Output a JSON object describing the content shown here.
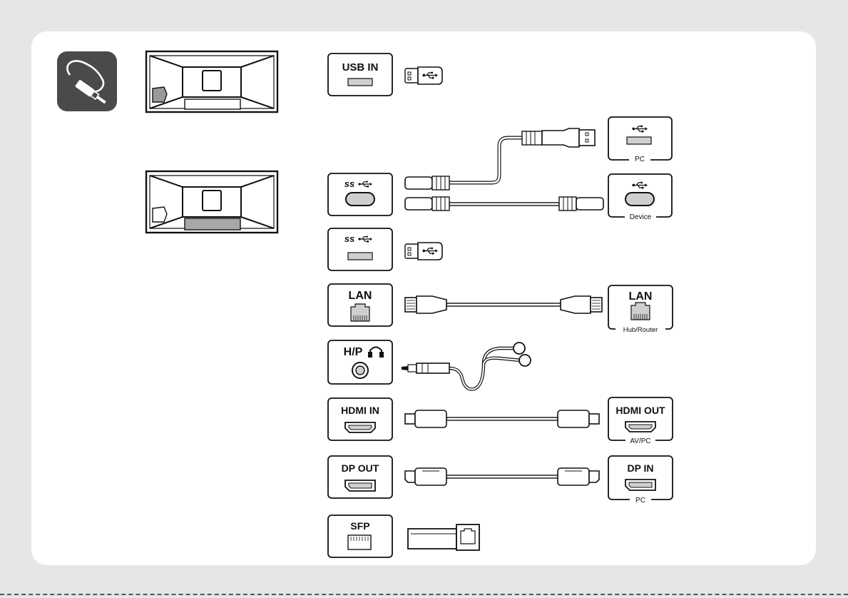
{
  "ports": {
    "usb_in": "USB IN",
    "lan": "LAN",
    "hp": "H/P",
    "hdmi_in": "HDMI IN",
    "dp_out": "DP OUT",
    "sfp": "SFP",
    "ss": "ss"
  },
  "devices": {
    "pc_usb_sub": "PC",
    "device_sub": "Device",
    "lan": "LAN",
    "lan_sub": "Hub/Router",
    "hdmi_out": "HDMI OUT",
    "hdmi_out_sub": "AV/PC",
    "dp_in": "DP IN",
    "dp_in_sub": "PC"
  },
  "colors": {
    "icon_bg": "#4a4a4a",
    "sheet_bg": "#ffffff",
    "page_bg": "#e6e6e6",
    "port_fill": "#cfcfcf"
  },
  "icons": [
    "cable-icon",
    "usb-symbol-icon",
    "headphone-icon"
  ]
}
